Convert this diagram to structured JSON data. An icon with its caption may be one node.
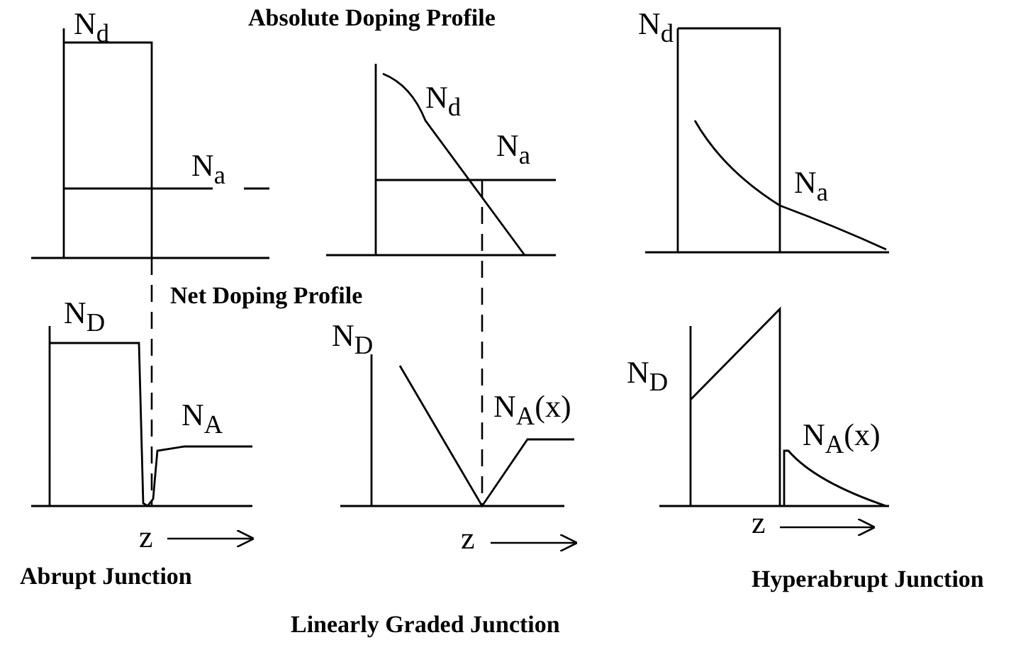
{
  "diagram": {
    "labels": [
      "N$_{d}$",
      "Absolute Doping Profile",
      "N$_{d}$",
      "N$_{d}$",
      "N$_{a}$",
      "N$_{a}$",
      "N$_{a}$",
      "Net Doping Profile",
      "N$_{D}$",
      "N$_{D}$",
      "N$_{D}$",
      "N$_{A}$",
      "N$_{A}$(x)",
      "N$_{A}$(x)",
      "z",
      "z",
      "z",
      "Abrupt Junction",
      "Hyperabrupt Junction",
      "Linearly Graded Junction"
    ]
  }
}
